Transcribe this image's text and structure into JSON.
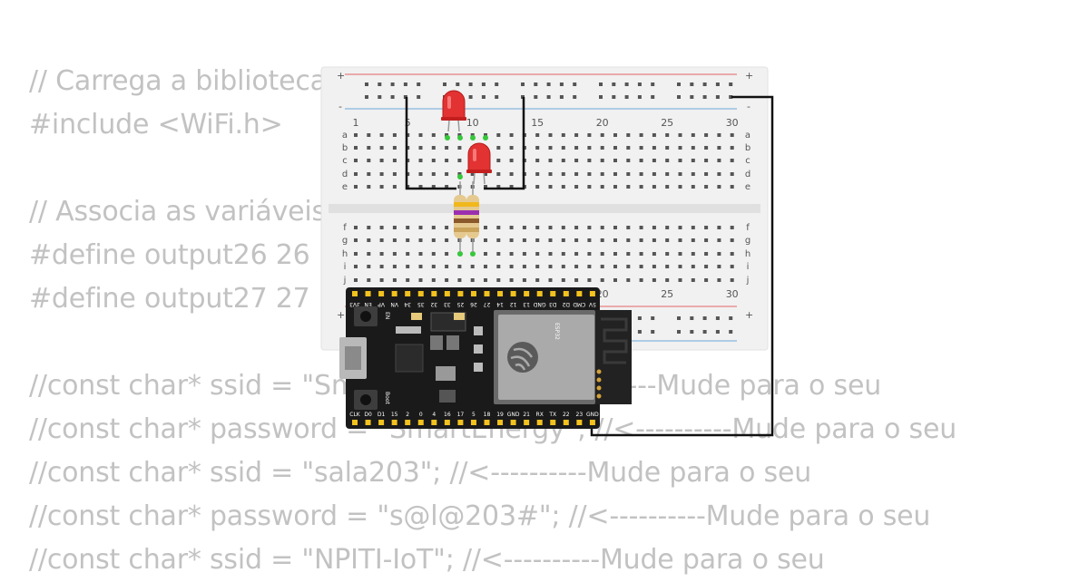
{
  "code_lines": [
    "// Carrega a biblioteca WiFi",
    "#include <WiFi.h>",
    "",
    "// Associa as variáveis aos pinos",
    "#define output26 26",
    "#define output27 27",
    "",
    "//const char* ssid = \"SmartEnergy\"; //<----------Mude para o seu",
    "//const char* password = \"SmartEnergy\"; //<----------Mude para o seu",
    "//const char* ssid = \"sala203\"; //<----------Mude para o seu",
    "//const char* password = \"s@l@203#\"; //<----------Mude para o seu",
    "//const char* ssid = \"NPITI-IoT\"; //<----------Mude para o seu"
  ],
  "breadboard": {
    "column_numbers": [
      "1",
      "5",
      "10",
      "15",
      "20",
      "25",
      "30"
    ],
    "rows_top": [
      "a",
      "b",
      "c",
      "d",
      "e"
    ],
    "rows_bottom": [
      "f",
      "g",
      "h",
      "i",
      "j"
    ],
    "rail_plus": "+",
    "rail_minus": "-"
  },
  "esp32": {
    "chip_label": "ESP32",
    "top_pins": [
      "3V3",
      "EN",
      "VP",
      "VN",
      "34",
      "35",
      "32",
      "33",
      "25",
      "26",
      "27",
      "14",
      "12",
      "13",
      "GND",
      "D3",
      "D2",
      "CMD",
      "5V"
    ],
    "bottom_pins": [
      "CLK",
      "D0",
      "D1",
      "15",
      "2",
      "0",
      "4",
      "16",
      "17",
      "5",
      "18",
      "19",
      "GND",
      "21",
      "RX",
      "TX",
      "22",
      "23",
      "GND"
    ],
    "en_label": "EN",
    "boot_label": "Boot"
  },
  "colors": {
    "code_text": "#c2c2c2",
    "breadboard": "#f1f1f1",
    "rail_red": "#e26464",
    "rail_blue": "#6aa8d6",
    "led_red": "#e23232",
    "wire": "#111111",
    "pin_green": "#36c83a",
    "esp_board": "#1a1a1a",
    "esp_pin": "#f3c21e",
    "module": "#aaaaaa"
  },
  "icons": [
    "espressif-logo-icon",
    "usb-port-icon",
    "antenna-icon"
  ]
}
